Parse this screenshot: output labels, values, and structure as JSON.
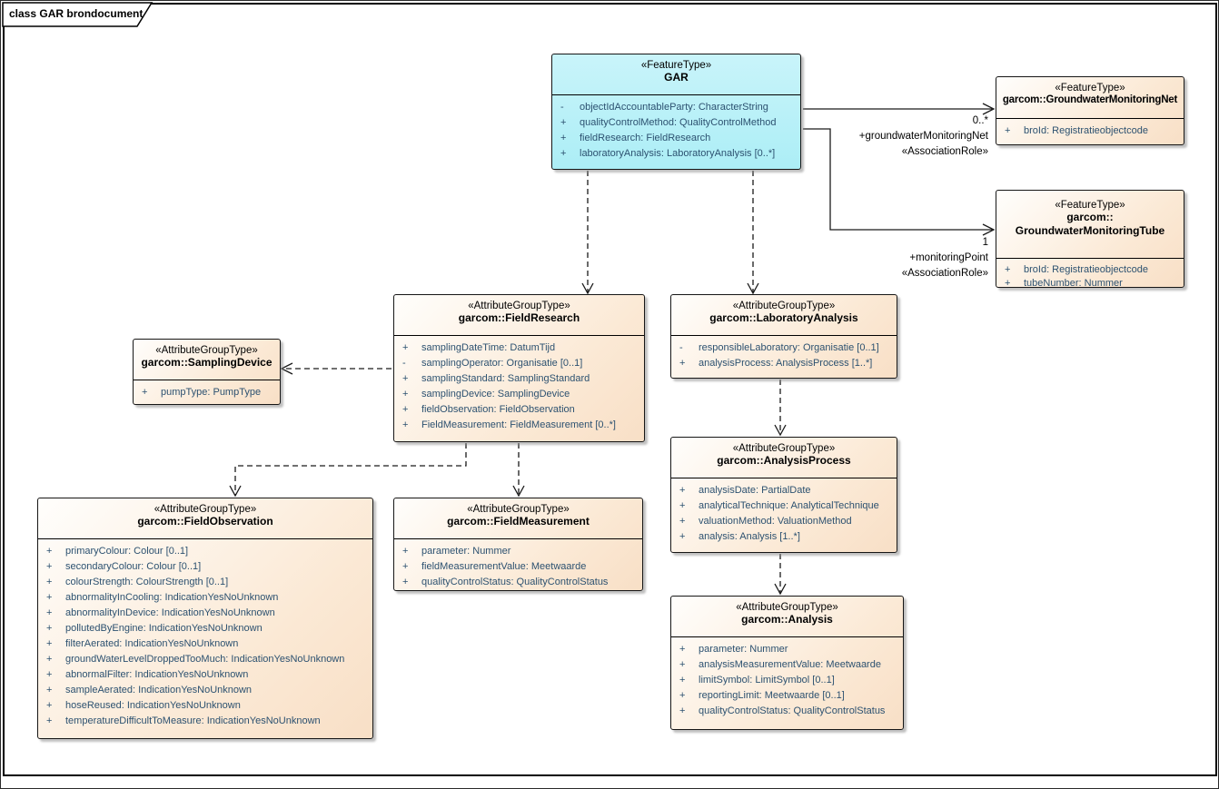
{
  "frame": {
    "title": "class GAR brondocument"
  },
  "colors": {
    "feature_fill": "#aceef6",
    "group_fill_start": "#fffefc",
    "group_fill_end": "#f8dfc6",
    "attribute_text": "#2c5170",
    "border": "#000000"
  },
  "classes": {
    "gar": {
      "stereotype": "«FeatureType»",
      "name": "GAR",
      "attrs": [
        {
          "v": "-",
          "t": "objectIdAccountableParty: CharacterString"
        },
        {
          "v": "+",
          "t": "qualityControlMethod: QualityControlMethod"
        },
        {
          "v": "+",
          "t": "fieldResearch: FieldResearch"
        },
        {
          "v": "+",
          "t": "laboratoryAnalysis: LaboratoryAnalysis [0..*]"
        }
      ]
    },
    "net": {
      "stereotype": "«FeatureType»",
      "name": "garcom::GroundwaterMonitoringNet",
      "attrs": [
        {
          "v": "+",
          "t": "broId: Registratieobjectcode"
        }
      ]
    },
    "tube": {
      "stereotype": "«FeatureType»",
      "name": "garcom::\nGroundwaterMonitoringTube",
      "attrs": [
        {
          "v": "+",
          "t": "broId: Registratieobjectcode"
        },
        {
          "v": "+",
          "t": "tubeNumber: Nummer"
        }
      ]
    },
    "fieldResearch": {
      "stereotype": "«AttributeGroupType»",
      "name": "garcom::FieldResearch",
      "attrs": [
        {
          "v": "+",
          "t": "samplingDateTime: DatumTijd"
        },
        {
          "v": "-",
          "t": "samplingOperator: Organisatie [0..1]"
        },
        {
          "v": "+",
          "t": "samplingStandard: SamplingStandard"
        },
        {
          "v": "+",
          "t": "samplingDevice: SamplingDevice"
        },
        {
          "v": "+",
          "t": "fieldObservation: FieldObservation"
        },
        {
          "v": "+",
          "t": "FieldMeasurement: FieldMeasurement [0..*]"
        }
      ]
    },
    "labAnalysis": {
      "stereotype": "«AttributeGroupType»",
      "name": "garcom::LaboratoryAnalysis",
      "attrs": [
        {
          "v": "-",
          "t": "responsibleLaboratory: Organisatie [0..1]"
        },
        {
          "v": "+",
          "t": "analysisProcess: AnalysisProcess [1..*]"
        }
      ]
    },
    "samplingDevice": {
      "stereotype": "«AttributeGroupType»",
      "name": "garcom::SamplingDevice",
      "attrs": [
        {
          "v": "+",
          "t": "pumpType: PumpType"
        }
      ]
    },
    "fieldObservation": {
      "stereotype": "«AttributeGroupType»",
      "name": "garcom::FieldObservation",
      "attrs": [
        {
          "v": "+",
          "t": "primaryColour: Colour [0..1]"
        },
        {
          "v": "+",
          "t": "secondaryColour: Colour [0..1]"
        },
        {
          "v": "+",
          "t": "colourStrength: ColourStrength [0..1]"
        },
        {
          "v": "+",
          "t": "abnormalityInCooling: IndicationYesNoUnknown"
        },
        {
          "v": "+",
          "t": "abnormalityInDevice: IndicationYesNoUnknown"
        },
        {
          "v": "+",
          "t": "pollutedByEngine: IndicationYesNoUnknown"
        },
        {
          "v": "+",
          "t": "filterAerated: IndicationYesNoUnknown"
        },
        {
          "v": "+",
          "t": "groundWaterLevelDroppedTooMuch: IndicationYesNoUnknown"
        },
        {
          "v": "+",
          "t": "abnormalFilter: IndicationYesNoUnknown"
        },
        {
          "v": "+",
          "t": "sampleAerated: IndicationYesNoUnknown"
        },
        {
          "v": "+",
          "t": "hoseReused: IndicationYesNoUnknown"
        },
        {
          "v": "+",
          "t": "temperatureDifficultToMeasure: IndicationYesNoUnknown"
        }
      ]
    },
    "fieldMeasurement": {
      "stereotype": "«AttributeGroupType»",
      "name": "garcom::FieldMeasurement",
      "attrs": [
        {
          "v": "+",
          "t": "parameter: Nummer"
        },
        {
          "v": "+",
          "t": "fieldMeasurementValue: Meetwaarde"
        },
        {
          "v": "+",
          "t": "qualityControlStatus: QualityControlStatus"
        }
      ]
    },
    "analysisProcess": {
      "stereotype": "«AttributeGroupType»",
      "name": "garcom::AnalysisProcess",
      "attrs": [
        {
          "v": "+",
          "t": "analysisDate: PartialDate"
        },
        {
          "v": "+",
          "t": "analyticalTechnique: AnalyticalTechnique"
        },
        {
          "v": "+",
          "t": "valuationMethod: ValuationMethod"
        },
        {
          "v": "+",
          "t": "analysis: Analysis [1..*]"
        }
      ]
    },
    "analysis": {
      "stereotype": "«AttributeGroupType»",
      "name": "garcom::Analysis",
      "attrs": [
        {
          "v": "+",
          "t": "parameter: Nummer"
        },
        {
          "v": "+",
          "t": "analysisMeasurementValue: Meetwaarde"
        },
        {
          "v": "+",
          "t": "limitSymbol: LimitSymbol [0..1]"
        },
        {
          "v": "+",
          "t": "reportingLimit: Meetwaarde [0..1]"
        },
        {
          "v": "+",
          "t": "qualityControlStatus: QualityControlStatus"
        }
      ]
    }
  },
  "associations": {
    "net": {
      "multiplicity": "0..*",
      "role": "+groundwaterMonitoringNet",
      "stereotype": "«AssociationRole»"
    },
    "tube": {
      "multiplicity": "1",
      "role": "+monitoringPoint",
      "stereotype": "«AssociationRole»"
    }
  }
}
